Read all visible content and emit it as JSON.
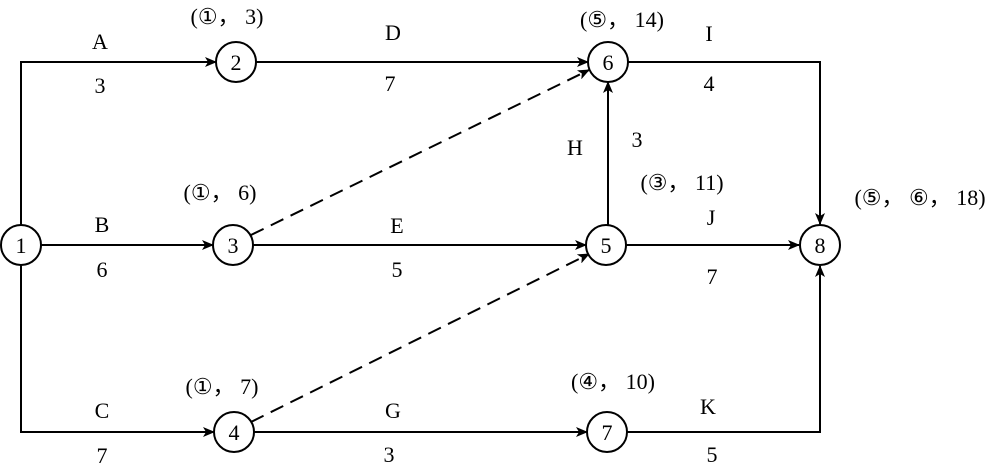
{
  "nodes": [
    {
      "id": "1",
      "label": "1",
      "annotation": ""
    },
    {
      "id": "2",
      "label": "2",
      "annotation": "(①， 3)"
    },
    {
      "id": "3",
      "label": "3",
      "annotation": "(①， 6)"
    },
    {
      "id": "4",
      "label": "4",
      "annotation": "(①， 7)"
    },
    {
      "id": "5",
      "label": "5",
      "annotation": "(③， 11)"
    },
    {
      "id": "6",
      "label": "6",
      "annotation": "(⑤， 14)"
    },
    {
      "id": "7",
      "label": "7",
      "annotation": "(④， 10)"
    },
    {
      "id": "8",
      "label": "8",
      "annotation": "(⑤， ⑥， 18)"
    }
  ],
  "activities": [
    {
      "id": "A",
      "name": "A",
      "duration": "3",
      "from": "1",
      "to": "2"
    },
    {
      "id": "B",
      "name": "B",
      "duration": "6",
      "from": "1",
      "to": "3"
    },
    {
      "id": "C",
      "name": "C",
      "duration": "7",
      "from": "1",
      "to": "4"
    },
    {
      "id": "D",
      "name": "D",
      "duration": "7",
      "from": "2",
      "to": "6"
    },
    {
      "id": "E",
      "name": "E",
      "duration": "5",
      "from": "3",
      "to": "5"
    },
    {
      "id": "G",
      "name": "G",
      "duration": "3",
      "from": "4",
      "to": "7"
    },
    {
      "id": "H",
      "name": "H",
      "duration": "3",
      "from": "5",
      "to": "6"
    },
    {
      "id": "I",
      "name": "I",
      "duration": "4",
      "from": "6",
      "to": "8"
    },
    {
      "id": "J",
      "name": "J",
      "duration": "7",
      "from": "5",
      "to": "8"
    },
    {
      "id": "K",
      "name": "K",
      "duration": "5",
      "from": "7",
      "to": "8"
    }
  ],
  "dummies": [
    {
      "from": "3",
      "to": "6"
    },
    {
      "from": "4",
      "to": "5"
    }
  ]
}
